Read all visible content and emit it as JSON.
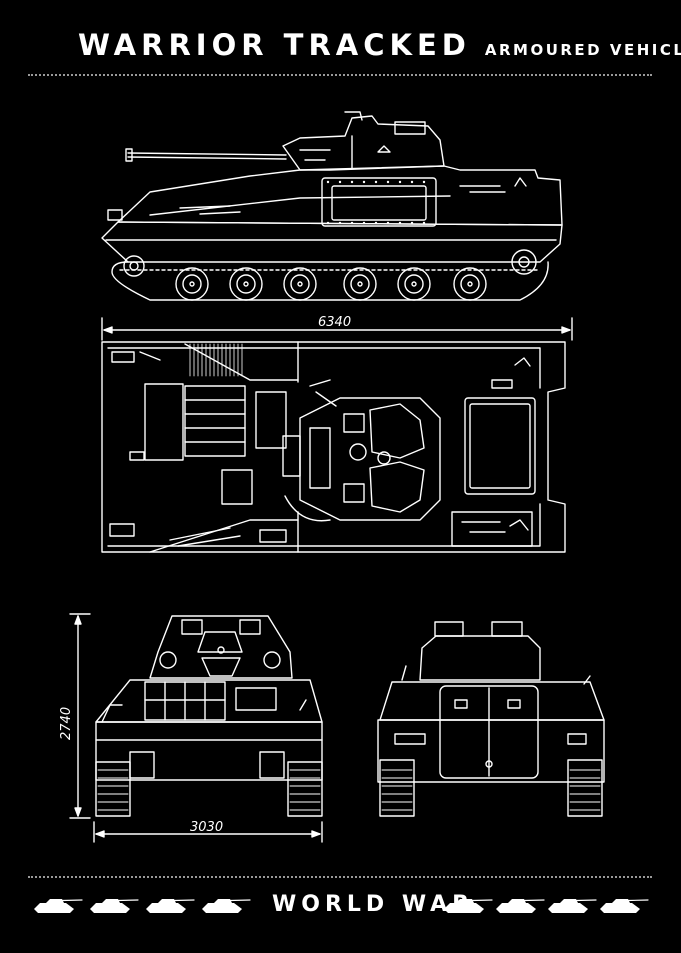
{
  "header": {
    "title": "WARRIOR TRACKED",
    "subtitle": "ARMOURED VEHICLE"
  },
  "dimensions": {
    "length": "6340",
    "height": "2740",
    "width": "3030"
  },
  "footer": {
    "label": "WORLD WAR"
  },
  "colors": {
    "background": "#000000",
    "line": "#ffffff",
    "rule": "#9a9a9a"
  },
  "icons": [
    "tank-silhouette-icon"
  ]
}
